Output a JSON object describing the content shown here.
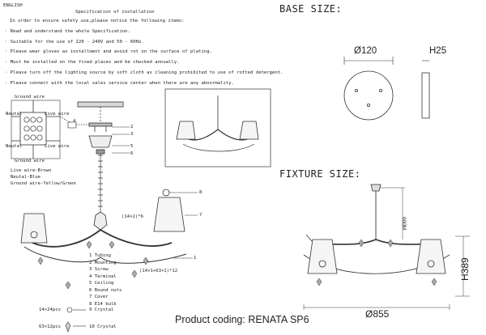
{
  "header": {
    "language": "ENGLISH",
    "spec_title": "Specification of installation"
  },
  "instructions": [
    "In order to ensure safety use,please notice the following items:",
    "·  Read and understand the whole Specification.",
    "·  Suitable for the use of 220 - 240V and 50 - 60Hz.",
    "·  Please wear gloves as installment and avoid rot on the surface of plating.",
    "·  Must be installed on the fixed places and be checked annually.",
    "·  Please turn off the lighting source by soft cloth as cleaning prohibited to use of rotted detergent.",
    "·  Please connect with the local sales service center when there are any abnormality."
  ],
  "wiring": {
    "ground_wire_top": "Ground wire",
    "neutral_left": "Neutal",
    "live_right": "Live wire",
    "neutral_left_2": "Neutal",
    "live_right_2": "Live wire",
    "ground_wire_bottom": "Ground wire",
    "legend": [
      "Live wire-Brown",
      "Neutal-Blue",
      "Ground wire-Yellow/Green"
    ]
  },
  "callouts": {
    "n1": "1",
    "n2": "2",
    "n3": "3",
    "n4": "4",
    "n5": "5",
    "n6": "6",
    "n7": "7",
    "n8": "8",
    "crystal_a": "(14×2)*6",
    "crystal_b": "(14×1+63×1)*12"
  },
  "parts_list": [
    "1 Tubing",
    "2 Mounting",
    "3 Screw",
    "4 Terminal",
    "5 Ceiling",
    "6 Round nuts",
    "7 Cover",
    "8 E14 bulb"
  ],
  "crystals": [
    {
      "qty": "14×24pcs",
      "label": "9 Crystal"
    },
    {
      "qty": "63×12pcs",
      "label": "10 Crystal"
    }
  ],
  "base": {
    "title": "BASE SIZE:",
    "diameter": "Ø120",
    "height": "H25"
  },
  "fixture": {
    "title": "FIXTURE SIZE:",
    "drop": "600M",
    "height": "H389",
    "width": "Ø855"
  },
  "footer": {
    "product_coding": "Product coding: RENATA SP6"
  }
}
